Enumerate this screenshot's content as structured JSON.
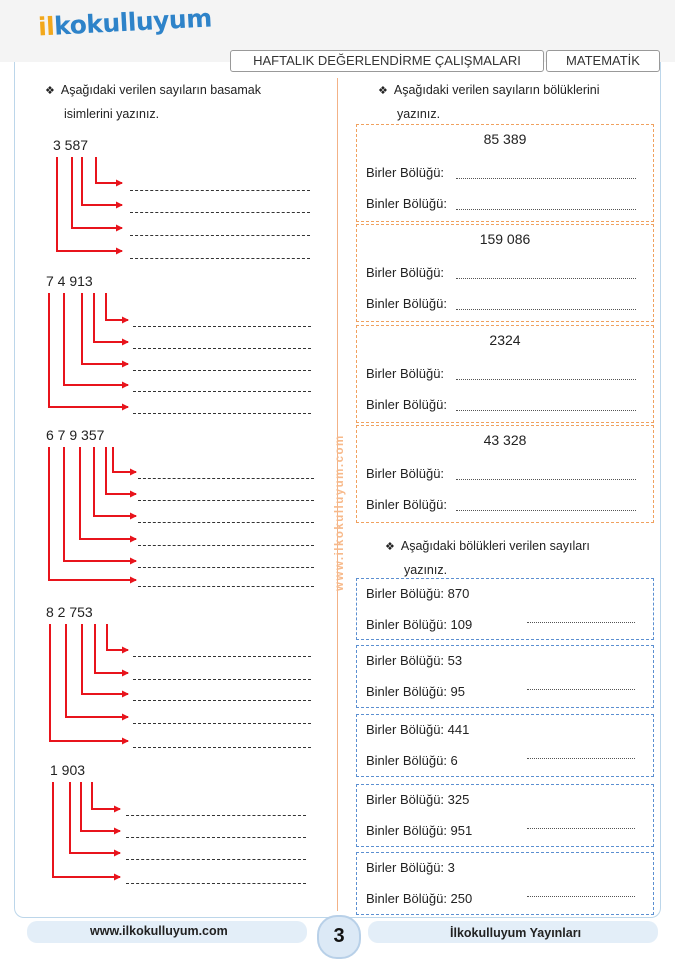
{
  "header": {
    "logo_prefix": "il",
    "logo_text": "kokulluyum",
    "title": "HAFTALIK DEĞERLENDİRME ÇALIŞMALARI",
    "subject": "MATEMATİK"
  },
  "watermark": "www.ilkokulluyum.com",
  "left": {
    "instruction": [
      "Aşağıdaki verilen sayıların basamak",
      "isimlerini yazınız."
    ],
    "numbers": [
      "3 587",
      "7 4 913",
      "6 7 9 357",
      "8 2 753",
      "1 903"
    ]
  },
  "right": {
    "instruction1": [
      "Aşağıdaki verilen sayıların bölüklerini",
      "yazınız."
    ],
    "label_ones": "Birler Bölüğü:",
    "label_thousands": "Binler Bölüğü:",
    "part1_numbers": [
      "85 389",
      "159 086",
      "2324",
      "43 328"
    ],
    "instruction2": [
      "Aşağıdaki bölükleri verilen sayıları",
      "yazınız."
    ],
    "part2": [
      {
        "ones": "Birler Bölüğü: 870",
        "thousands": "Binler Bölüğü: 109"
      },
      {
        "ones": "Birler Bölüğü: 53",
        "thousands": "Binler Bölüğü: 95"
      },
      {
        "ones": "Birler Bölüğü: 441",
        "thousands": "Binler Bölüğü: 6"
      },
      {
        "ones": "Birler Bölüğü: 325",
        "thousands": "Binler Bölüğü: 951"
      },
      {
        "ones": "Birler Bölüğü: 3",
        "thousands": "Binler Bölüğü: 250"
      }
    ]
  },
  "footer": {
    "website": "www.ilkokulluyum.com",
    "page": "3",
    "publisher": "İlkokulluyum Yayınları"
  },
  "colors": {
    "arrow": "#e8141c",
    "divider": "#f3b287",
    "accent": "#2e83c9"
  }
}
